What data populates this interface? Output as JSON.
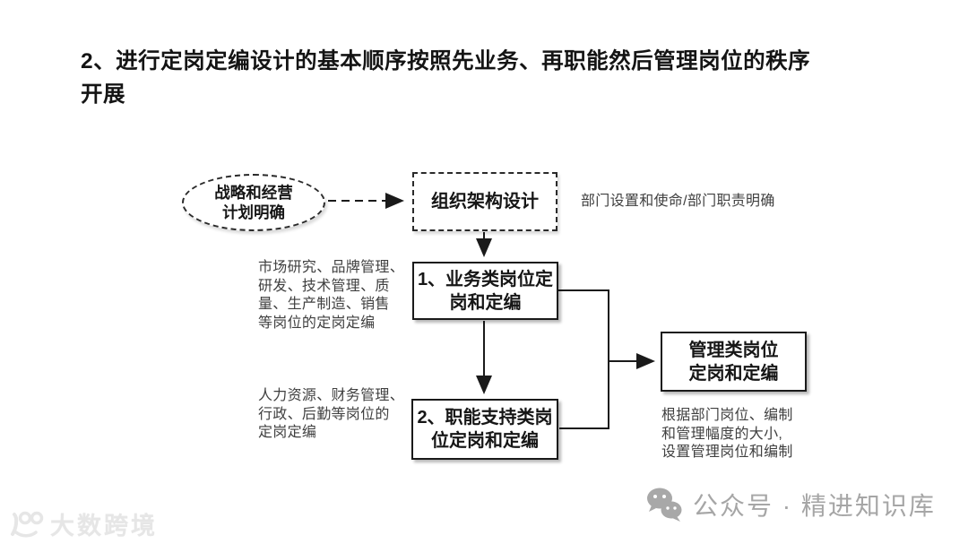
{
  "title": "2、进行定岗定编设计的基本顺序按照先业务、再职能然后管理岗位的秩序\n开展",
  "diagram": {
    "strategy_ellipse": {
      "label": "战略和经营\n计划明确"
    },
    "org_design_box": {
      "label": "组织架构设计"
    },
    "org_design_note": "部门设置和使命/部门职责明确",
    "business_box": {
      "label": "1、业务类岗位定\n岗和定编"
    },
    "business_note": "市场研究、品牌管理、\n研发、技术管理、质\n量、生产制造、销售\n等岗位的定岗定编",
    "function_box": {
      "label": "2、职能支持类岗\n位定岗和定编"
    },
    "function_note": "人力资源、财务管理、\n行政、后勤等岗位的\n定岗定编",
    "management_box": {
      "label": "管理类岗位\n定岗和定编"
    },
    "management_note": "根据部门岗位、编制\n和管理幅度的大小,\n设置管理岗位和编制"
  },
  "watermarks": {
    "bottom_left_logo": "大数跨境",
    "bottom_right_account": "公众号 · 精进知识库"
  },
  "icons": {
    "wechat_icon": "wechat-bubbles",
    "logo_icon": "dashu-100-logo"
  },
  "colors": {
    "line": "#1a1a1a",
    "box_border": "#1a1a1a",
    "note_text": "#404040",
    "watermark_gray": "#a6a6a6",
    "watermark_faint": "#e6e6e6",
    "background": "#ffffff"
  }
}
